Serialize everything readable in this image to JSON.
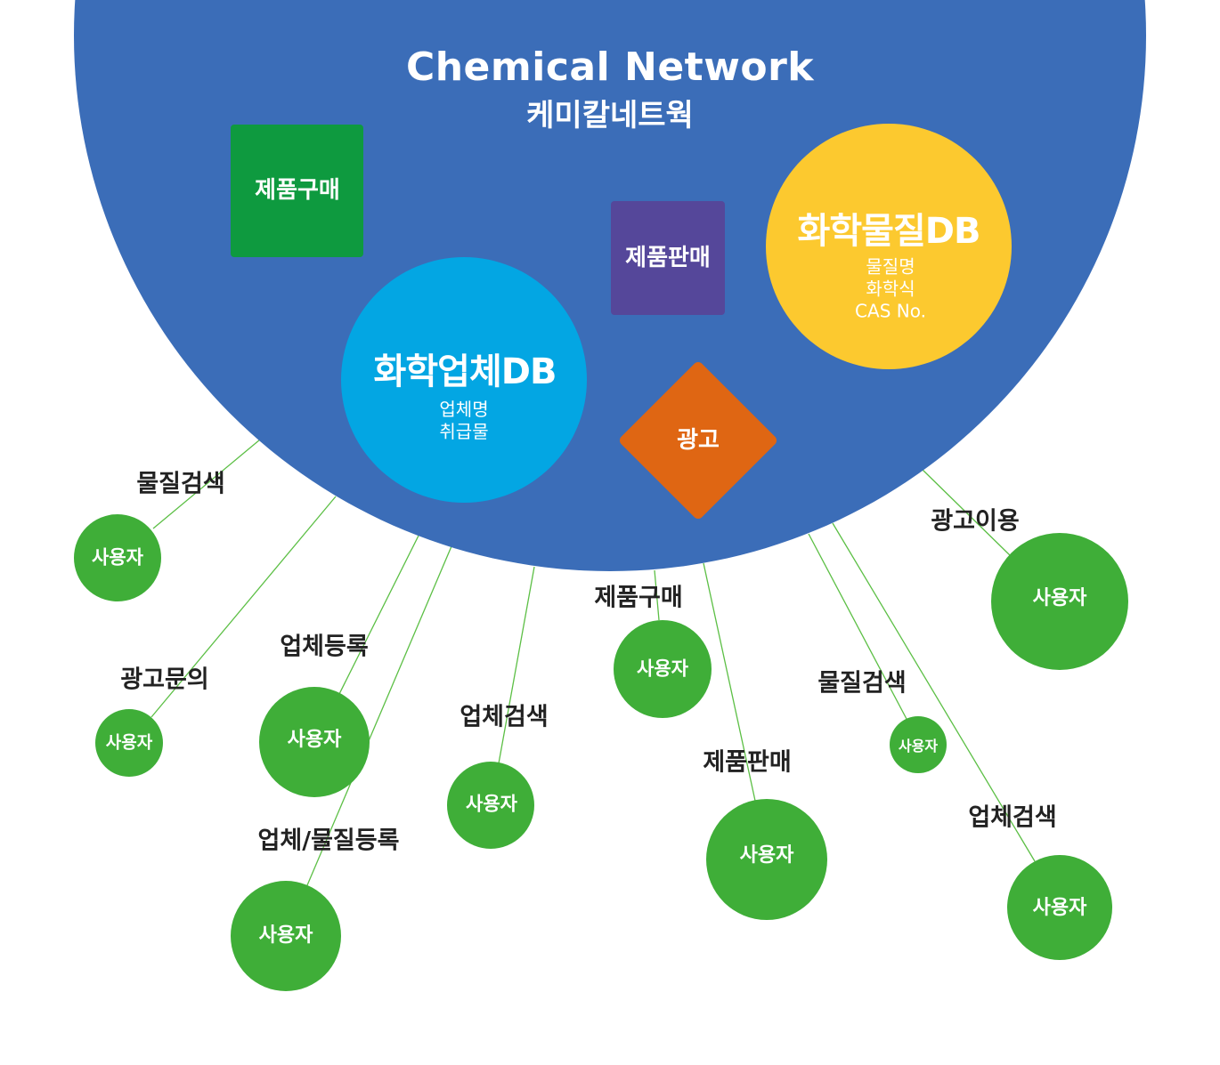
{
  "hub": {
    "title_en": "Chemical Network",
    "title_ko": "케미칼네트웍",
    "color": "#3b6db8"
  },
  "services": {
    "product_buy": {
      "label": "제품구매",
      "color": "#0e9a3f"
    },
    "product_sell": {
      "label": "제품판매",
      "color": "#55479a"
    },
    "ad": {
      "label": "광고",
      "color": "#df6613"
    },
    "company_db": {
      "title": "화학업체DB",
      "fields": [
        "업체명",
        "취급물"
      ],
      "color": "#03a6e3"
    },
    "substance_db": {
      "title": "화학물질DB",
      "fields": [
        "물질명",
        "화학식",
        "CAS No."
      ],
      "color": "#fcc92f"
    }
  },
  "user_color": "#3fae38",
  "link_color": "#5cbf45",
  "user_label": "사용자",
  "users": [
    {
      "id": "u1",
      "action": "물질검색"
    },
    {
      "id": "u2",
      "action": "광고문의"
    },
    {
      "id": "u3",
      "action": "업체등록"
    },
    {
      "id": "u4",
      "action": "업체/물질등록"
    },
    {
      "id": "u5",
      "action": "업체검색"
    },
    {
      "id": "u6",
      "action": "제품구매"
    },
    {
      "id": "u7",
      "action": "제품판매"
    },
    {
      "id": "u8",
      "action": "물질검색"
    },
    {
      "id": "u9",
      "action": "업체검색"
    },
    {
      "id": "u10",
      "action": "광고이용"
    }
  ]
}
